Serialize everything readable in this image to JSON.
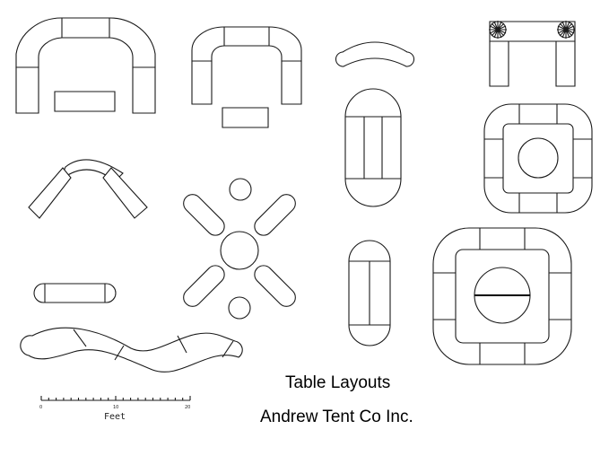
{
  "title": "Table Layouts",
  "company": "Andrew Tent Co Inc.",
  "scale_bar": {
    "unit_label": "Feet",
    "ticks": [
      "0",
      "10",
      "20"
    ]
  }
}
